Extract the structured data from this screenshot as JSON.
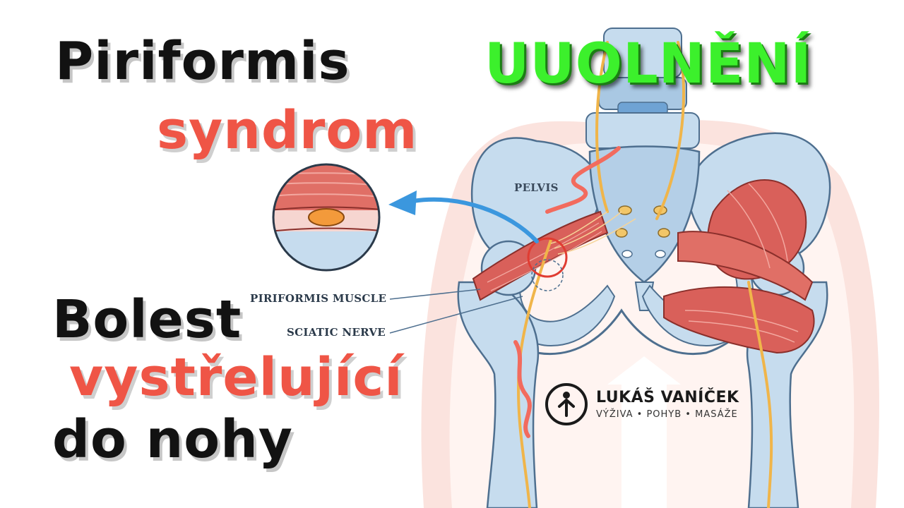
{
  "title": {
    "line1": "Piriformis",
    "line2": "syndrom",
    "badge": "UUOLNĚNÍ"
  },
  "subtitle": {
    "line1": "Bolest",
    "line2": "vystřelující",
    "line3": "do nohy"
  },
  "diagram": {
    "pelvis_label": "PELVIS",
    "muscle_label": "PIRIFORMIS MUSCLE",
    "nerve_label": "SCIATIC NERVE"
  },
  "brand": {
    "name": "LUKÁŠ VANÍČEK",
    "tagline": "VÝŽIVA • POHYB • MASÁŽE"
  },
  "colors": {
    "title_black": "#121212",
    "accent_red": "#ef5546",
    "accent_green": "#3cf02c",
    "bone_blue": "#bfd6ea",
    "muscle_red": "#d9605a",
    "nerve_yellow": "#f0b54a",
    "arrow_blue": "#3b97de"
  }
}
